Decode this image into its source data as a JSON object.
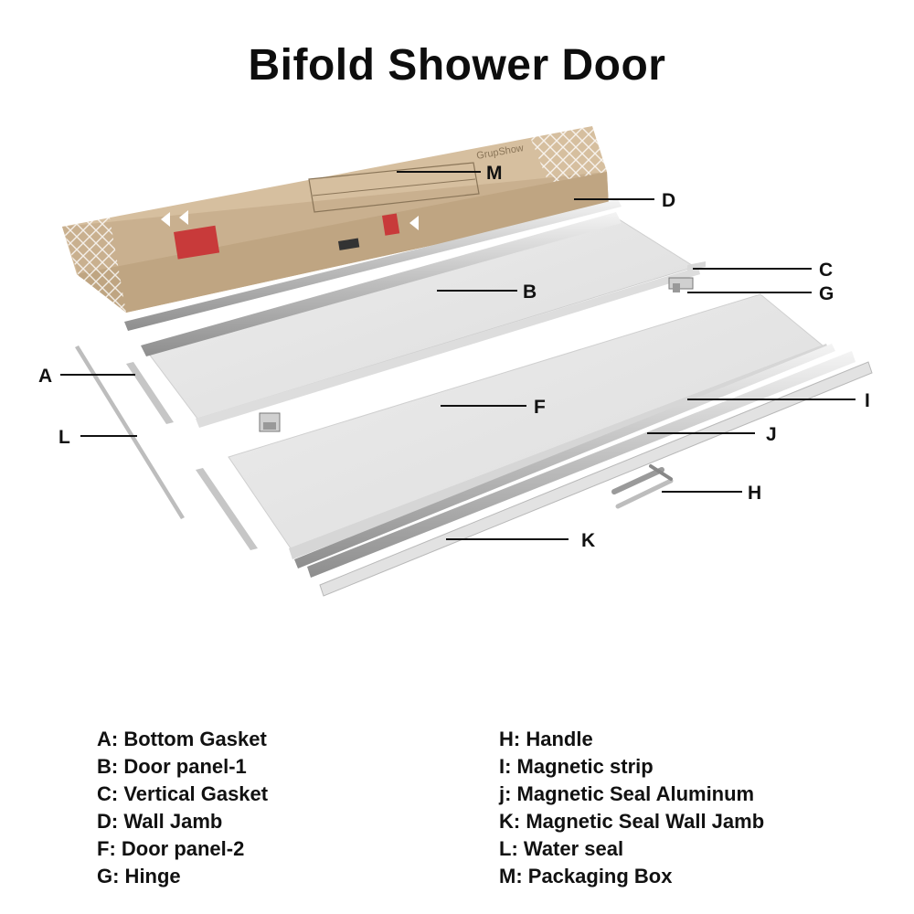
{
  "title": "Bifold Shower Door",
  "box_label": "GrupShow",
  "callouts": [
    "M",
    "D",
    "C",
    "G",
    "B",
    "A",
    "F",
    "I",
    "L",
    "J",
    "H",
    "K"
  ],
  "legend_left": [
    "A: Bottom Gasket",
    "B: Door panel-1",
    "C: Vertical Gasket",
    "D: Wall Jamb",
    "F:  Door panel-2",
    "G: Hinge"
  ],
  "legend_right": [
    "H: Handle",
    "I: Magnetic strip",
    "j: Magnetic Seal Aluminum",
    "K: Magnetic Seal Wall Jamb",
    "L: Water seal",
    "M: Packaging Box"
  ],
  "colors": {
    "box": "#c9b08f",
    "box_dark": "#a58d6d",
    "glass": "#e6e6e6",
    "aluminum": "#c8c8c8",
    "label_red": "#c83a3a"
  }
}
